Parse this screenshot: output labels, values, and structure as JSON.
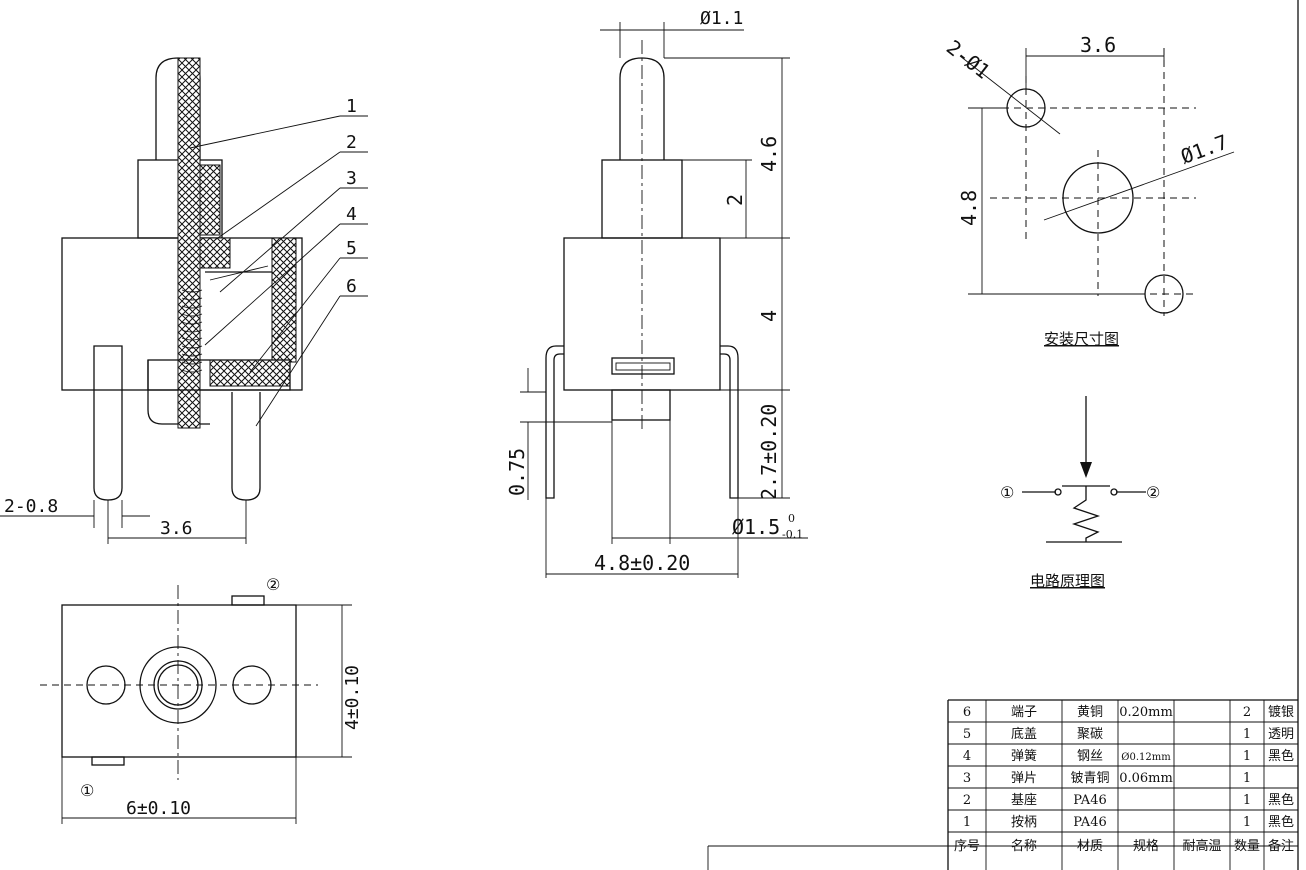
{
  "side_view": {
    "callouts": [
      "1",
      "2",
      "3",
      "4",
      "5",
      "6"
    ],
    "pin_dia": "2-0.8",
    "pitch": "3.6"
  },
  "front_view": {
    "stem_dia": "Ø1.1",
    "height_total": "4.6",
    "height_cap": "2",
    "height_body": "4",
    "pin_len": "2.7±0.20",
    "pin_offset": "0.75",
    "base_dia": "Ø1.5",
    "base_tol_upper": "0",
    "base_tol_lower": "-0.1",
    "width": "4.8±0.20"
  },
  "bottom_view": {
    "terminal_1": "①",
    "terminal_2": "②",
    "height": "4±0.10",
    "width": "6±0.10"
  },
  "mount_view": {
    "hole_spec": "2-Ø1",
    "width": "3.6",
    "height": "4.8",
    "center_dia": "Ø1.7",
    "caption": "安装尺寸图"
  },
  "circuit": {
    "terminal_1": "①",
    "terminal_2": "②",
    "caption": "电路原理图"
  },
  "bom": {
    "headers": [
      "序号",
      "名称",
      "材质",
      "规格",
      "耐高温",
      "数量",
      "备注"
    ],
    "rows": [
      [
        "6",
        "端子",
        "黄铜",
        "0.20mm",
        "",
        "2",
        "镀银"
      ],
      [
        "5",
        "底盖",
        "聚碳",
        "",
        "",
        "1",
        "透明"
      ],
      [
        "4",
        "弹簧",
        "钢丝",
        "Ø0.12mm",
        "",
        "1",
        "黑色"
      ],
      [
        "3",
        "弹片",
        "铍青铜",
        "0.06mm",
        "",
        "1",
        ""
      ],
      [
        "2",
        "基座",
        "PA46",
        "",
        "",
        "1",
        "黑色"
      ],
      [
        "1",
        "按柄",
        "PA46",
        "",
        "",
        "1",
        "黑色"
      ]
    ]
  }
}
